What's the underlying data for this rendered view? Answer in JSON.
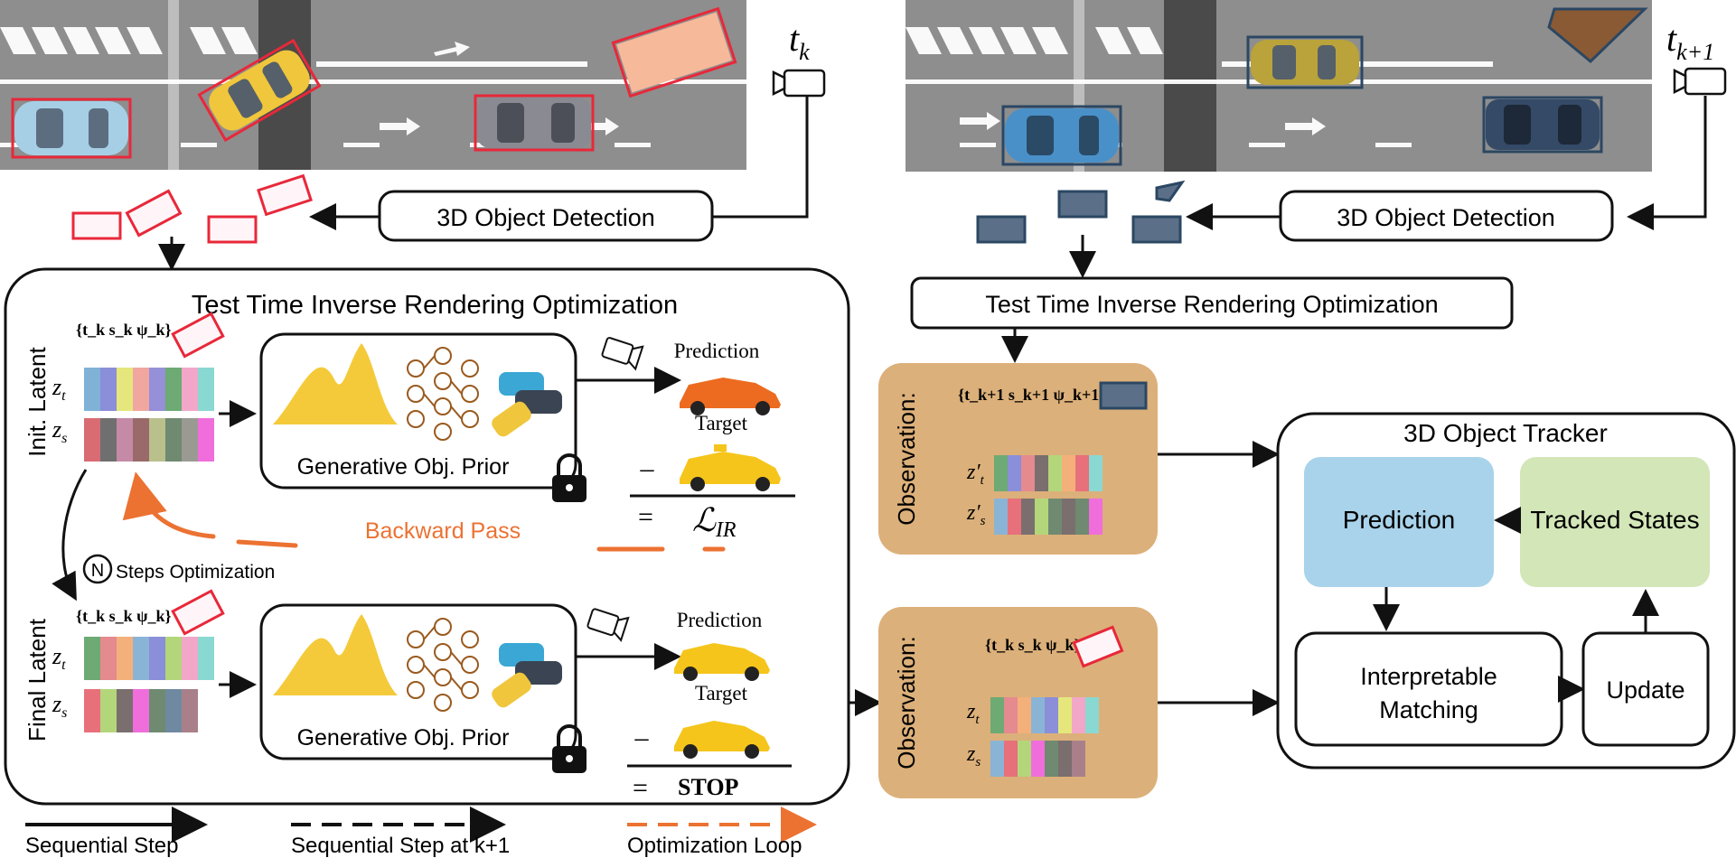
{
  "scene": {
    "time_k": "t",
    "time_k_sub": "k",
    "time_k1": "t",
    "time_k1_sub": "k+1"
  },
  "detection": {
    "left_label": "3D Object Detection",
    "right_label": "3D Object Detection"
  },
  "optimization": {
    "title": "Test Time Inverse Rendering Optimization",
    "right_title": "Test Time Inverse Rendering Optimization",
    "init_latent_label": "Init. Latent",
    "final_latent_label": "Final Latent",
    "pose_label": "{t_k s_k ψ_k}",
    "zt": "z",
    "zt_sub": "t",
    "zs": "z",
    "zs_sub": "s",
    "prior_label_top": "Generative Obj. Prior",
    "prior_label_bottom": "Generative Obj. Prior",
    "prediction_top": "Prediction",
    "target_top": "Target",
    "prediction_bottom": "Prediction",
    "target_bottom": "Target",
    "minus": "–",
    "equals": "=",
    "loss": "ℒ",
    "loss_sub": "IR",
    "stop": "STOP",
    "backward_pass": "Backward Pass",
    "n_circle": "N",
    "steps_opt": "Steps Optimization"
  },
  "observation": {
    "label_top": "Observation:",
    "label_bottom": "Observation:",
    "pose_top": "{t_k+1 s_k+1 ψ_k+1}",
    "pose_bottom": "{t_k s_k ψ_k}",
    "zt_prime": "z′",
    "zs_prime": "z′",
    "zt": "z",
    "zs": "z",
    "sub_t": "t",
    "sub_s": "s"
  },
  "tracker": {
    "title": "3D Object Tracker",
    "prediction": "Prediction",
    "tracked_states": "Tracked States",
    "matching_line1": "Interpretable",
    "matching_line2": "Matching",
    "update": "Update"
  },
  "legend": {
    "sequential": "Sequential Step",
    "sequential_k1": "Sequential Step at k+1",
    "optimization_loop": "Optimization Loop"
  },
  "colors": {
    "accent_orange": "#ec7232",
    "observation_bg": "#dcb07a",
    "prediction_bg": "#a9d3ea",
    "tracked_bg": "#d3e6b8",
    "detection_red": "#e8283a",
    "detection_blue": "#5b7088"
  }
}
